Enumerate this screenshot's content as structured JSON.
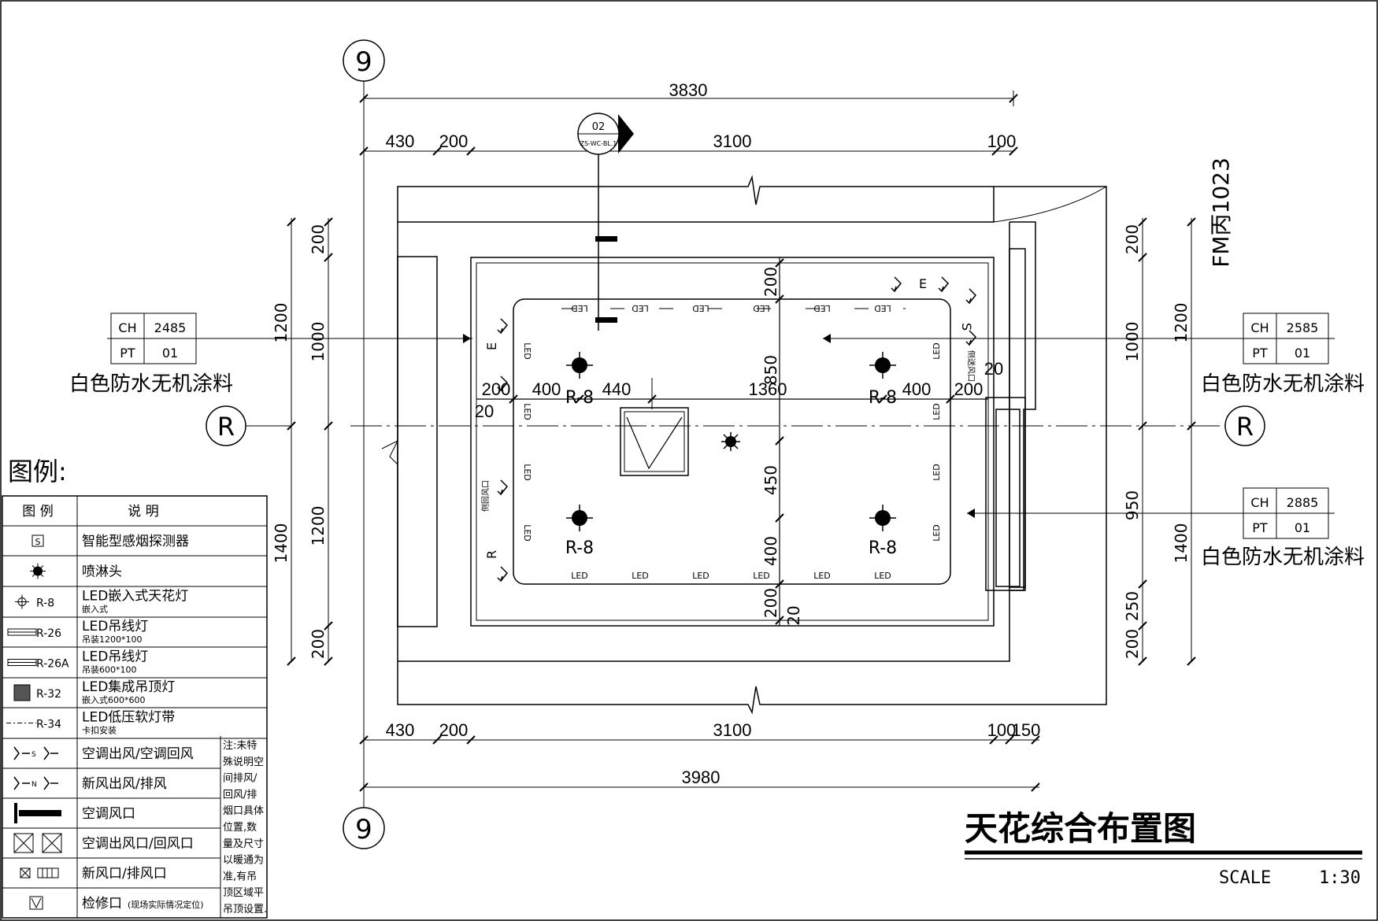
{
  "drawing": {
    "title": "天花综合布置图",
    "scale_label": "SCALE",
    "scale_value": "1:30",
    "door_tag": "FM丙1023",
    "section_ref": {
      "num": "02",
      "sheet": "ZS-WC-BL.1"
    }
  },
  "grid": {
    "axis_9": "9",
    "axis_r": "R"
  },
  "dimensions": {
    "top_total": "3830",
    "top_segments": [
      "430",
      "200",
      "3100",
      "100"
    ],
    "bottom_total": "3980",
    "bottom_segments": [
      "430",
      "200",
      "3100",
      "100",
      "150"
    ],
    "left_outer": [
      "1200",
      "1400"
    ],
    "left_inner": [
      "200",
      "1000",
      "1200",
      "200"
    ],
    "right_outer": [
      "1200",
      "1400"
    ],
    "right_inner": [
      "200",
      "1000",
      "950",
      "250",
      "200"
    ],
    "inner_horizontal": [
      "200",
      "400",
      "440",
      "1360",
      "400",
      "200"
    ],
    "inner_vertical": [
      "200",
      "850",
      "450",
      "400",
      "200"
    ],
    "small_20": "20"
  },
  "tags": [
    {
      "ch_label": "CH",
      "ch": "2485",
      "pt_label": "PT",
      "pt": "01",
      "material": "白色防水无机涂料"
    },
    {
      "ch_label": "CH",
      "ch": "2585",
      "pt_label": "PT",
      "pt": "01",
      "material": "白色防水无机涂料"
    },
    {
      "ch_label": "CH",
      "ch": "2885",
      "pt_label": "PT",
      "pt": "01",
      "material": "白色防水无机涂料"
    }
  ],
  "ceiling": {
    "led_label": "LED",
    "fixture_label": "R-8",
    "vent_labels": {
      "exhaust": "E",
      "supply": "S",
      "return": "R"
    },
    "side_vent_text": "侧回风口",
    "side_vent_text_right": "侧送风口"
  },
  "legend": {
    "heading": "图例:",
    "col_symbol": "图 例",
    "col_desc": "说 明",
    "rows": [
      {
        "code": "",
        "icon": "smoke-detector-icon",
        "desc": "智能型感烟探测器",
        "sub": ""
      },
      {
        "code": "",
        "icon": "sprinkler-icon",
        "desc": "喷淋头",
        "sub": ""
      },
      {
        "code": "R-8",
        "icon": "downlight-icon",
        "desc": "LED嵌入式天花灯",
        "sub": "嵌入式"
      },
      {
        "code": "R-26",
        "icon": "pendant-line-icon",
        "desc": "LED吊线灯",
        "sub": "吊装1200*100"
      },
      {
        "code": "R-26A",
        "icon": "pendant-line-icon",
        "desc": "LED吊线灯",
        "sub": "吊装600*100"
      },
      {
        "code": "R-32",
        "icon": "panel-light-icon",
        "desc": "LED集成吊顶灯",
        "sub": "嵌入式600*600"
      },
      {
        "code": "R-34",
        "icon": "led-strip-icon",
        "desc": "LED低压软灯带",
        "sub": "卡扣安装"
      },
      {
        "code": "",
        "icon": "ac-supply-return-icon",
        "desc": "空调出风/空调回风",
        "sub": ""
      },
      {
        "code": "",
        "icon": "fresh-air-exhaust-icon",
        "desc": "新风出风/排风",
        "sub": ""
      },
      {
        "code": "",
        "icon": "ac-vent-icon",
        "desc": "空调风口",
        "sub": ""
      },
      {
        "code": "",
        "icon": "ac-diffuser-icon",
        "desc": "空调出风口/回风口",
        "sub": ""
      },
      {
        "code": "",
        "icon": "fresh-air-vent-icon",
        "desc": "新风口/排风口",
        "sub": ""
      },
      {
        "code": "",
        "icon": "access-hatch-icon",
        "desc": "检修口",
        "sub": "(现场实际情况定位)"
      }
    ],
    "note": [
      "注:未特",
      "殊说明空",
      "间排风/",
      "回风/排",
      "烟口具体",
      "位置,数",
      "量及尺寸",
      "以暖通为",
      "准,有吊",
      "顶区域平",
      "吊顶设置."
    ],
    "ac_codes": [
      "S",
      "N"
    ]
  }
}
